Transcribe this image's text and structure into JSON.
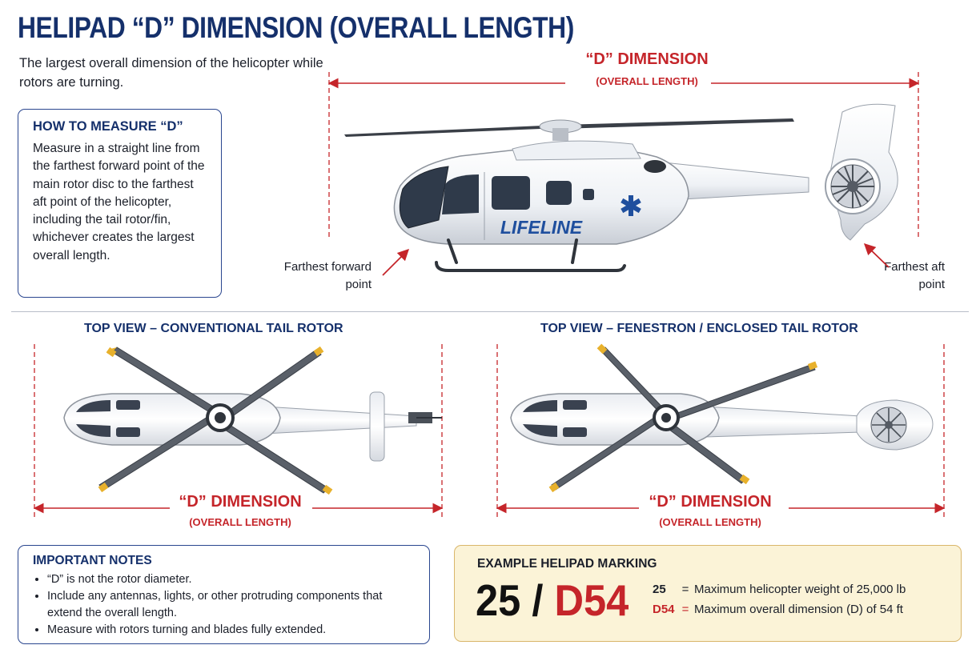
{
  "title": "HELIPAD “D” DIMENSION (OVERALL LENGTH)",
  "subtitle": "The largest overall dimension of the helicopter while rotors are turning.",
  "how_to": {
    "heading": "HOW TO MEASURE “D”",
    "text": "Measure in a straight line from the farthest forward point of the main rotor disc to the farthest aft point of the helicopter, including the tail rotor/fin, whichever creates the largest overall length."
  },
  "side_view": {
    "dimension_label": "“D” DIMENSION",
    "dimension_sublabel": "(OVERALL LENGTH)",
    "forward_callout": "Farthest forward point",
    "aft_callout": "Farthest aft point",
    "livery": "LIFELINE"
  },
  "top_views": [
    {
      "title": "TOP VIEW – CONVENTIONAL TAIL ROTOR",
      "dimension_label": "“D” DIMENSION",
      "dimension_sublabel": "(OVERALL LENGTH)"
    },
    {
      "title": "TOP VIEW – FENESTRON / ENCLOSED TAIL ROTOR",
      "dimension_label": "“D” DIMENSION",
      "dimension_sublabel": "(OVERALL LENGTH)"
    }
  ],
  "notes": {
    "heading": "IMPORTANT NOTES",
    "items": [
      "“D” is not the rotor diameter.",
      "Include any antennas, lights, or other protruding components that extend the overall length.",
      "Measure with rotors turning and blades fully extended."
    ]
  },
  "example": {
    "heading": "EXAMPLE HELIPAD MARKING",
    "weight": "25",
    "separator": " / ",
    "dimension": "D54",
    "legend": [
      {
        "key": "25",
        "eq": "=",
        "text": "Maximum helicopter weight of 25,000 lb"
      },
      {
        "key": "D54",
        "eq": "=",
        "text": "Maximum overall dimension (D) of 54 ft"
      }
    ]
  },
  "colors": {
    "navy": "#15306b",
    "red": "#c5252a",
    "example_bg": "#fbf3d7",
    "blade_tip": "#e8b12c"
  }
}
